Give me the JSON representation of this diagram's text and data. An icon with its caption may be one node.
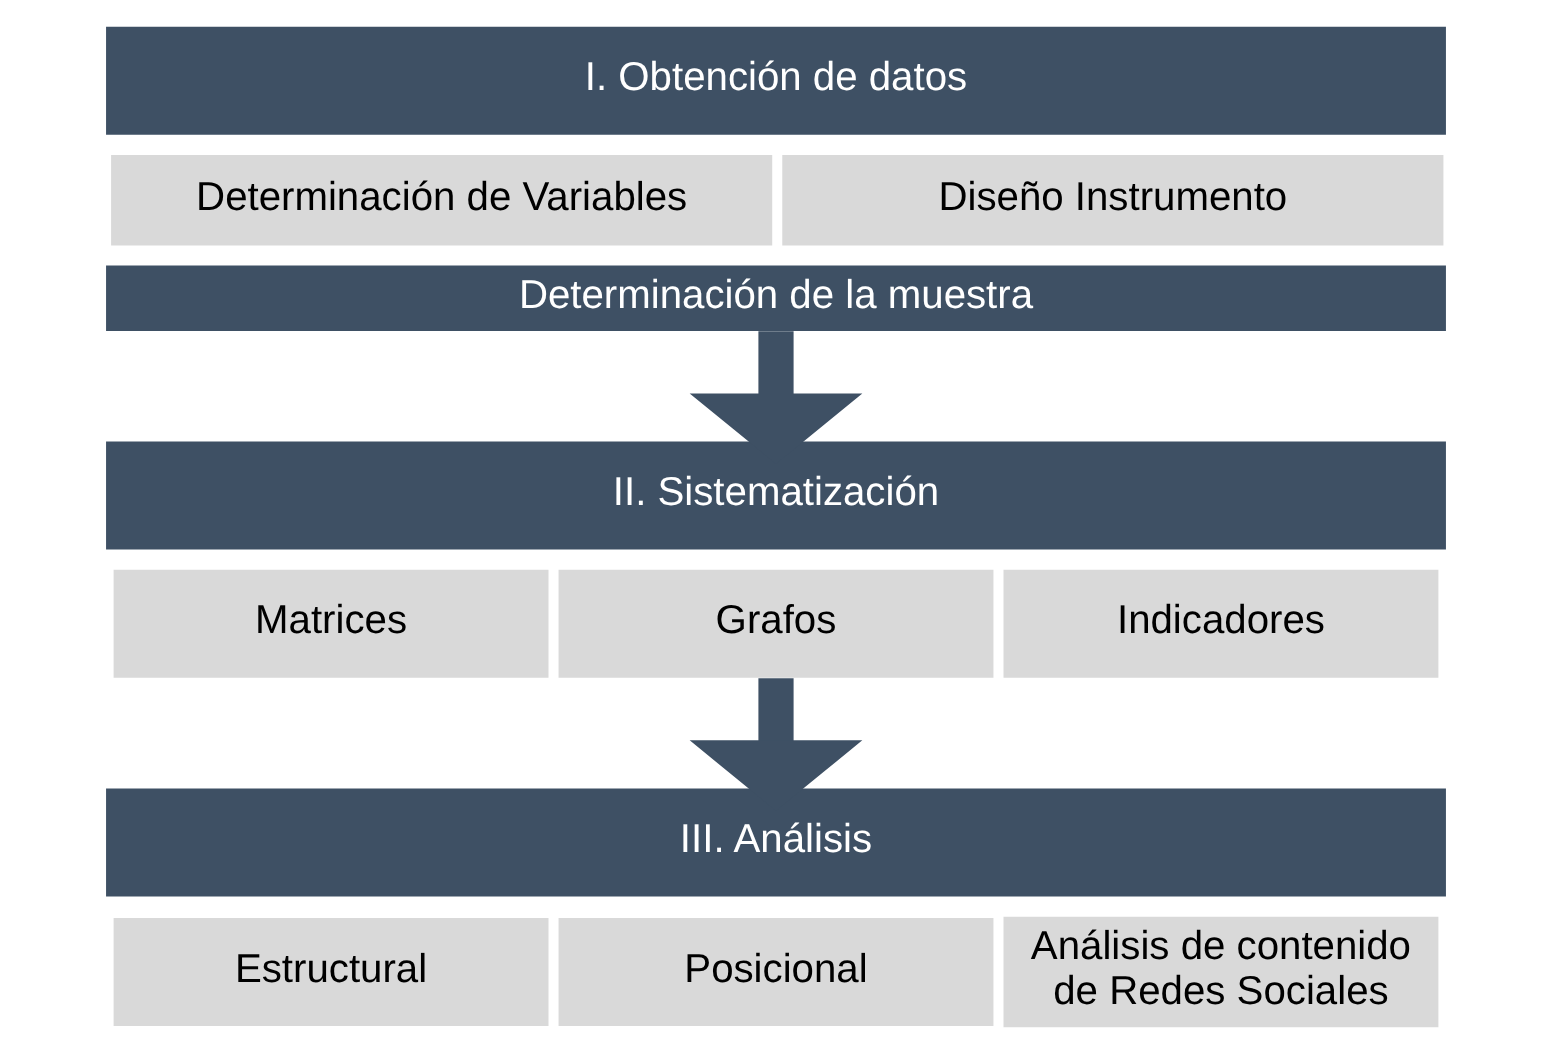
{
  "diagram": {
    "nodes": [
      {
        "text": [
          "I. Obtención de datos"
        ]
      },
      {
        "text": [
          "Determinación de Variables"
        ]
      },
      {
        "text": [
          "Diseño Instrumento"
        ]
      },
      {
        "text": [
          "Determinación de la muestra"
        ]
      },
      {
        "text": [
          "II. Sistematización"
        ]
      },
      {
        "text": [
          "Matrices"
        ]
      },
      {
        "text": [
          "Grafos"
        ]
      },
      {
        "text": [
          "Indicadores"
        ]
      },
      {
        "text": [
          "III. Análisis"
        ]
      },
      {
        "text": [
          "Estructural"
        ]
      },
      {
        "text": [
          "Posicional"
        ]
      },
      {
        "text": [
          "Análisis de contenido de Redes Sociales"
        ]
      }
    ],
    "edges": [
      {
        "from": 3,
        "to": 4,
        "arrow": "to"
      },
      {
        "from": 6,
        "to": 8,
        "arrow": "to"
      }
    ]
  }
}
